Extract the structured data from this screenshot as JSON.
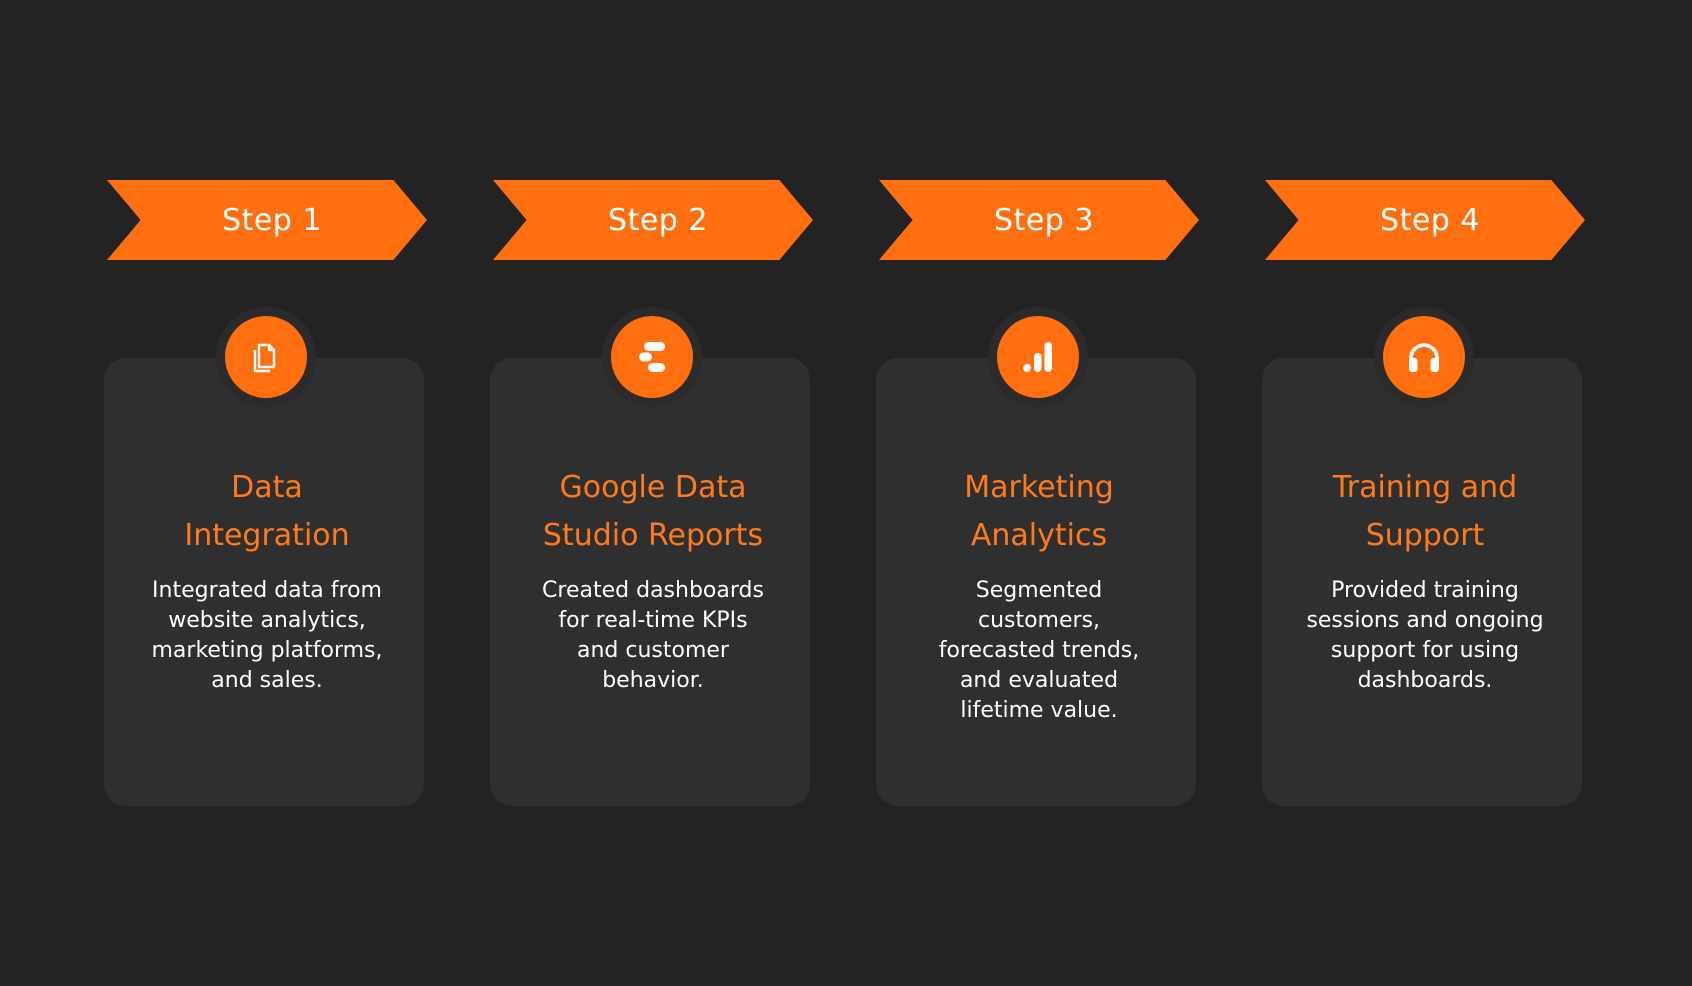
{
  "steps": [
    {
      "label": "Step 1",
      "icon": "documents-icon",
      "title": [
        "Data",
        "Integration"
      ],
      "description": [
        "Integrated data from",
        "website analytics,",
        "marketing platforms,",
        "and sales."
      ]
    },
    {
      "label": "Step 2",
      "icon": "data-studio-icon",
      "title": [
        "Google Data",
        "Studio Reports"
      ],
      "description": [
        "Created dashboards",
        "for real-time KPIs",
        "and customer",
        "behavior."
      ]
    },
    {
      "label": "Step 3",
      "icon": "analytics-bars-icon",
      "title": [
        "Marketing",
        "Analytics"
      ],
      "description": [
        "Segmented",
        "customers,",
        "forecasted trends,",
        "and evaluated",
        "lifetime value."
      ]
    },
    {
      "label": "Step 4",
      "icon": "headphones-icon",
      "title": [
        "Training and",
        "Support"
      ],
      "description": [
        "Provided training",
        "sessions and ongoing",
        "support for using",
        "dashboards."
      ]
    }
  ],
  "colors": {
    "background": "#232323",
    "card": "#2f2f2f",
    "accent": "#ff6f0f",
    "title": "#ff7a1a",
    "text": "#ffffff"
  }
}
